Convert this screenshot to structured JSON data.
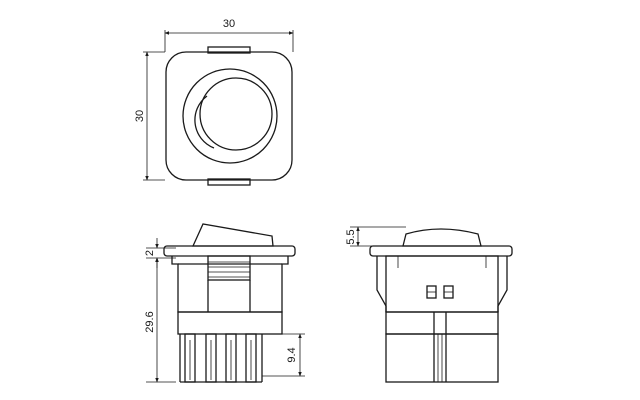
{
  "dimensions": {
    "top_width": "30",
    "top_height": "30",
    "side_cap": "2",
    "side_body": "29.6",
    "side_pin": "9.4",
    "front_cap": "5.5"
  }
}
